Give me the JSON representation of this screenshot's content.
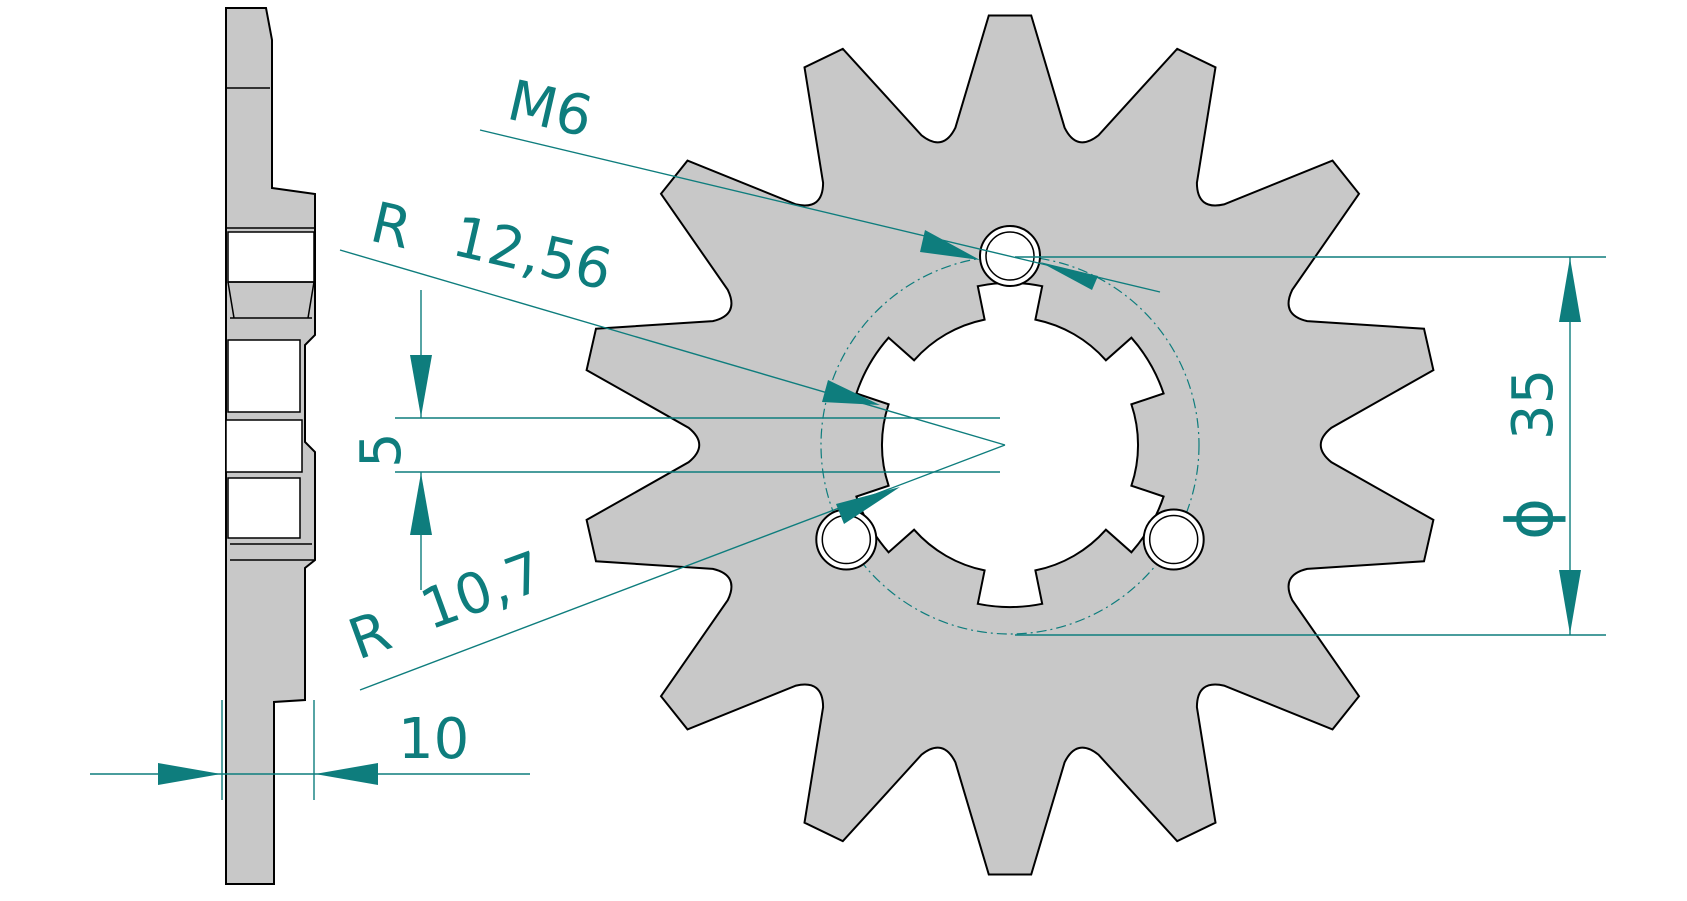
{
  "colors": {
    "part_fill": "#c8c8c8",
    "part_stroke": "#000000",
    "dimension": "#0e7d7d",
    "background": "#ffffff"
  },
  "labels": {
    "bolt_thread": "M6",
    "outer_radius_prefix": "R",
    "outer_radius_value": "12,56",
    "inner_radius_prefix": "R",
    "inner_radius_value": "10,7",
    "spline_width": "5",
    "thickness": "10",
    "bolt_circle_symbol": "ϕ",
    "bolt_circle_value": "35"
  },
  "sprocket": {
    "teeth": 14,
    "spline_slots": 6,
    "bolt_holes": 3
  }
}
